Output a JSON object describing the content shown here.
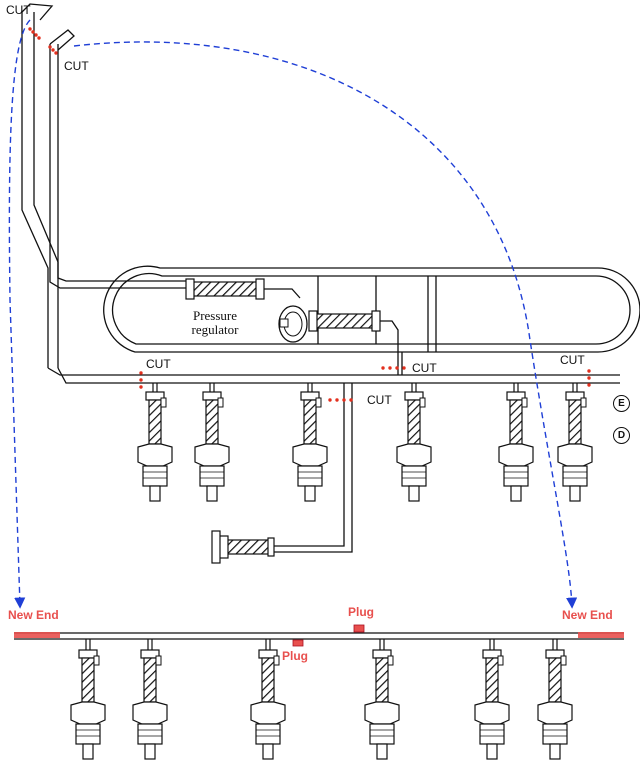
{
  "labels": {
    "cut": "CUT",
    "new_end": "New End",
    "plug": "Plug",
    "pressure_regulator_line1": "Pressure",
    "pressure_regulator_line2": "regulator",
    "marker_e": "E",
    "marker_d": "D"
  },
  "colors": {
    "line": "#111111",
    "cut_marker": "#e3301e",
    "arrow": "#1f3fd6",
    "annotation": "#e8504e"
  },
  "top_injector_count": 6,
  "bottom_injector_count": 6
}
